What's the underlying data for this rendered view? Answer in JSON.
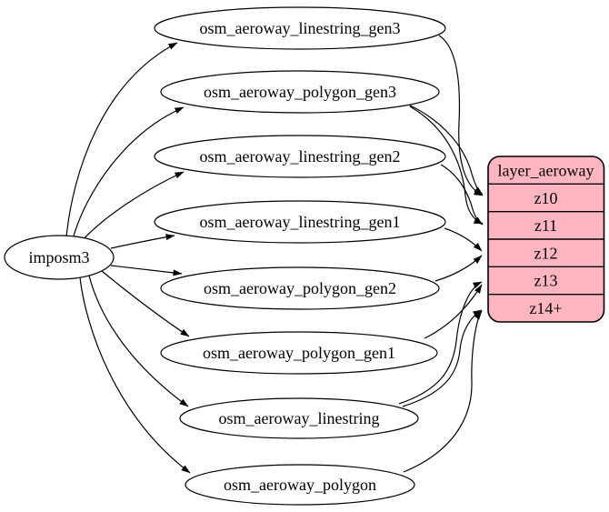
{
  "diagram": {
    "kind": "etl-graph",
    "background": "#ffffff",
    "source": {
      "label": "imposm3"
    },
    "tables": [
      {
        "label": "osm_aeroway_linestring_gen3"
      },
      {
        "label": "osm_aeroway_polygon_gen3"
      },
      {
        "label": "osm_aeroway_linestring_gen2"
      },
      {
        "label": "osm_aeroway_linestring_gen1"
      },
      {
        "label": "osm_aeroway_polygon_gen2"
      },
      {
        "label": "osm_aeroway_polygon_gen1"
      },
      {
        "label": "osm_aeroway_linestring"
      },
      {
        "label": "osm_aeroway_polygon"
      }
    ],
    "layer": {
      "title": "layer_aeroway",
      "rows": [
        {
          "label": "z10"
        },
        {
          "label": "z11"
        },
        {
          "label": "z12"
        },
        {
          "label": "z13"
        },
        {
          "label": "z14+"
        }
      ],
      "fill": "#ffb6c1",
      "stroke": "#000000"
    },
    "edges": {
      "from_source": [
        "osm_aeroway_linestring_gen3",
        "osm_aeroway_polygon_gen3",
        "osm_aeroway_linestring_gen2",
        "osm_aeroway_linestring_gen1",
        "osm_aeroway_polygon_gen2",
        "osm_aeroway_polygon_gen1",
        "osm_aeroway_linestring",
        "osm_aeroway_polygon"
      ],
      "to_layer": [
        {
          "from": "osm_aeroway_linestring_gen3",
          "to": "z10"
        },
        {
          "from": "osm_aeroway_polygon_gen3",
          "to": "z10"
        },
        {
          "from": "osm_aeroway_polygon_gen3",
          "to": "z11"
        },
        {
          "from": "osm_aeroway_linestring_gen2",
          "to": "z11"
        },
        {
          "from": "osm_aeroway_linestring_gen1",
          "to": "z12"
        },
        {
          "from": "osm_aeroway_polygon_gen2",
          "to": "z12"
        },
        {
          "from": "osm_aeroway_polygon_gen1",
          "to": "z13"
        },
        {
          "from": "osm_aeroway_linestring",
          "to": "z13"
        },
        {
          "from": "osm_aeroway_linestring",
          "to": "z14+"
        },
        {
          "from": "osm_aeroway_polygon",
          "to": "z14+"
        }
      ]
    },
    "colors": {
      "node_fill": "#ffffff",
      "edge": "#000000",
      "layer_fill": "#ffb6c1",
      "background": "#ffffff"
    }
  }
}
